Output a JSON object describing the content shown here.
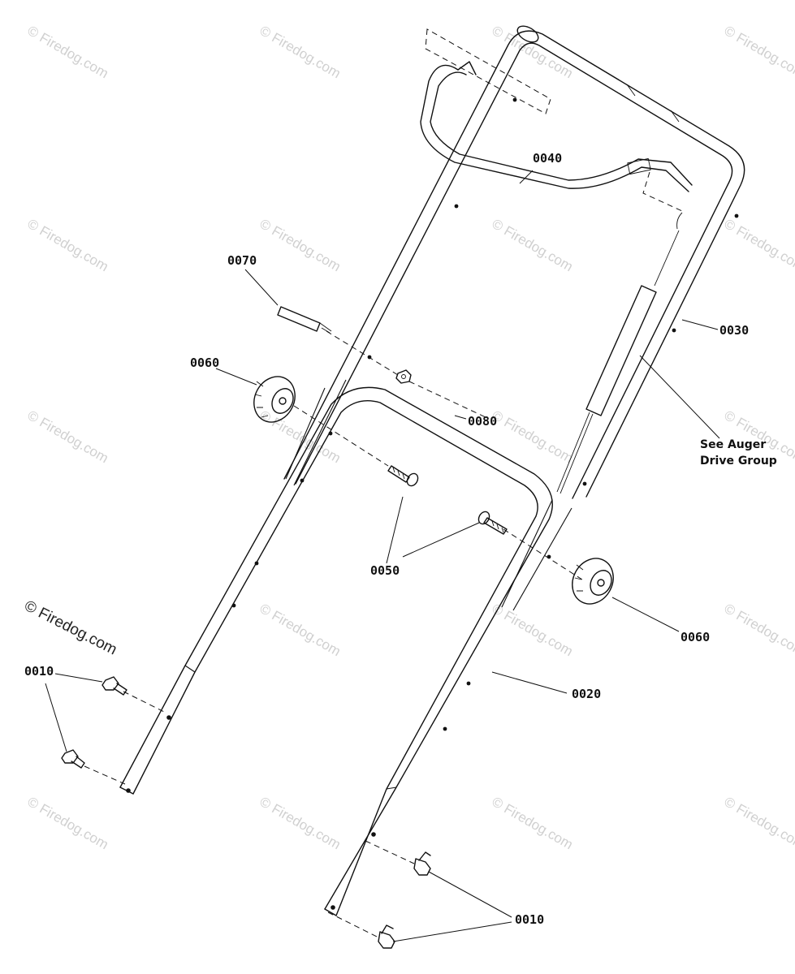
{
  "watermark": {
    "text": "© Firedog.com"
  },
  "copyright": "© Firedog.com",
  "callouts": {
    "c0010_left": "0010",
    "c0010_right": "0010",
    "c0020": "0020",
    "c0030": "0030",
    "c0040": "0040",
    "c0050": "0050",
    "c0060_left": "0060",
    "c0060_right": "0060",
    "c0070": "0070",
    "c0080": "0080"
  },
  "note": {
    "line1": "See Auger",
    "line2": "Drive Group"
  },
  "colors": {
    "line": "#111111",
    "watermark": "#d0d0d0",
    "background": "#ffffff"
  }
}
